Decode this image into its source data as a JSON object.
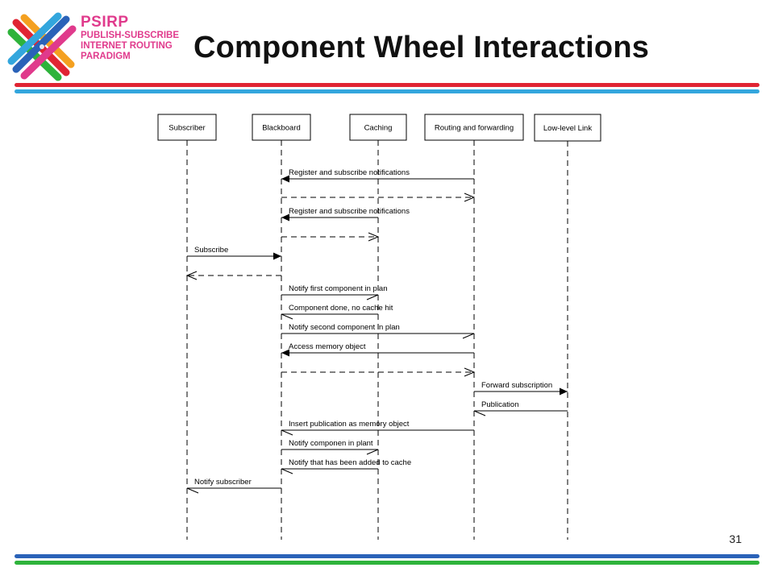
{
  "logo": {
    "name": "PSIRP",
    "line1": "PUBLISH-SUBSCRIBE",
    "line2": "INTERNET ROUTING",
    "line3": "PARADIGM"
  },
  "slide": {
    "title": "Component Wheel Interactions",
    "number": "31"
  },
  "colors": {
    "top_bar_red": "#e02433",
    "top_bar_blue": "#33a6dd",
    "bottom_bar_blue": "#2a62b8",
    "bottom_bar_green": "#2eb33b",
    "logo_pink": "#e03a8c"
  },
  "diagram": {
    "participants": [
      {
        "id": "sub",
        "label": "Subscriber"
      },
      {
        "id": "bb",
        "label": "Blackboard"
      },
      {
        "id": "cache",
        "label": "Caching"
      },
      {
        "id": "rf",
        "label": "Routing and forwarding"
      },
      {
        "id": "lll",
        "label": "Low-level Link"
      }
    ],
    "messages": [
      {
        "from": "rf",
        "to": "bb",
        "kind": "sync",
        "label": "Register and subscribe notifications"
      },
      {
        "from": "bb",
        "to": "rf",
        "kind": "return",
        "label": ""
      },
      {
        "from": "cache",
        "to": "bb",
        "kind": "sync",
        "label": "Register and subscribe notifications"
      },
      {
        "from": "bb",
        "to": "cache",
        "kind": "return",
        "label": ""
      },
      {
        "from": "sub",
        "to": "bb",
        "kind": "sync",
        "label": "Subscribe"
      },
      {
        "from": "bb",
        "to": "sub",
        "kind": "return",
        "label": ""
      },
      {
        "from": "bb",
        "to": "cache",
        "kind": "async",
        "label": "Notify first component in plan"
      },
      {
        "from": "cache",
        "to": "bb",
        "kind": "async",
        "label": "Component done, no cache hit"
      },
      {
        "from": "bb",
        "to": "rf",
        "kind": "async",
        "label": "Notify second component in plan"
      },
      {
        "from": "rf",
        "to": "bb",
        "kind": "sync",
        "label": "Access memory object"
      },
      {
        "from": "bb",
        "to": "rf",
        "kind": "return",
        "label": ""
      },
      {
        "from": "rf",
        "to": "lll",
        "kind": "sync",
        "label": "Forward subscription"
      },
      {
        "from": "lll",
        "to": "rf",
        "kind": "async",
        "label": "Publication"
      },
      {
        "from": "rf",
        "to": "bb",
        "kind": "async",
        "label": "Insert publication as memory object"
      },
      {
        "from": "bb",
        "to": "cache",
        "kind": "async",
        "label": "Notify componen in plant"
      },
      {
        "from": "cache",
        "to": "bb",
        "kind": "async",
        "label": "Notify that has been added to cache"
      },
      {
        "from": "bb",
        "to": "sub",
        "kind": "async",
        "label": "Notify subscriber"
      }
    ]
  }
}
